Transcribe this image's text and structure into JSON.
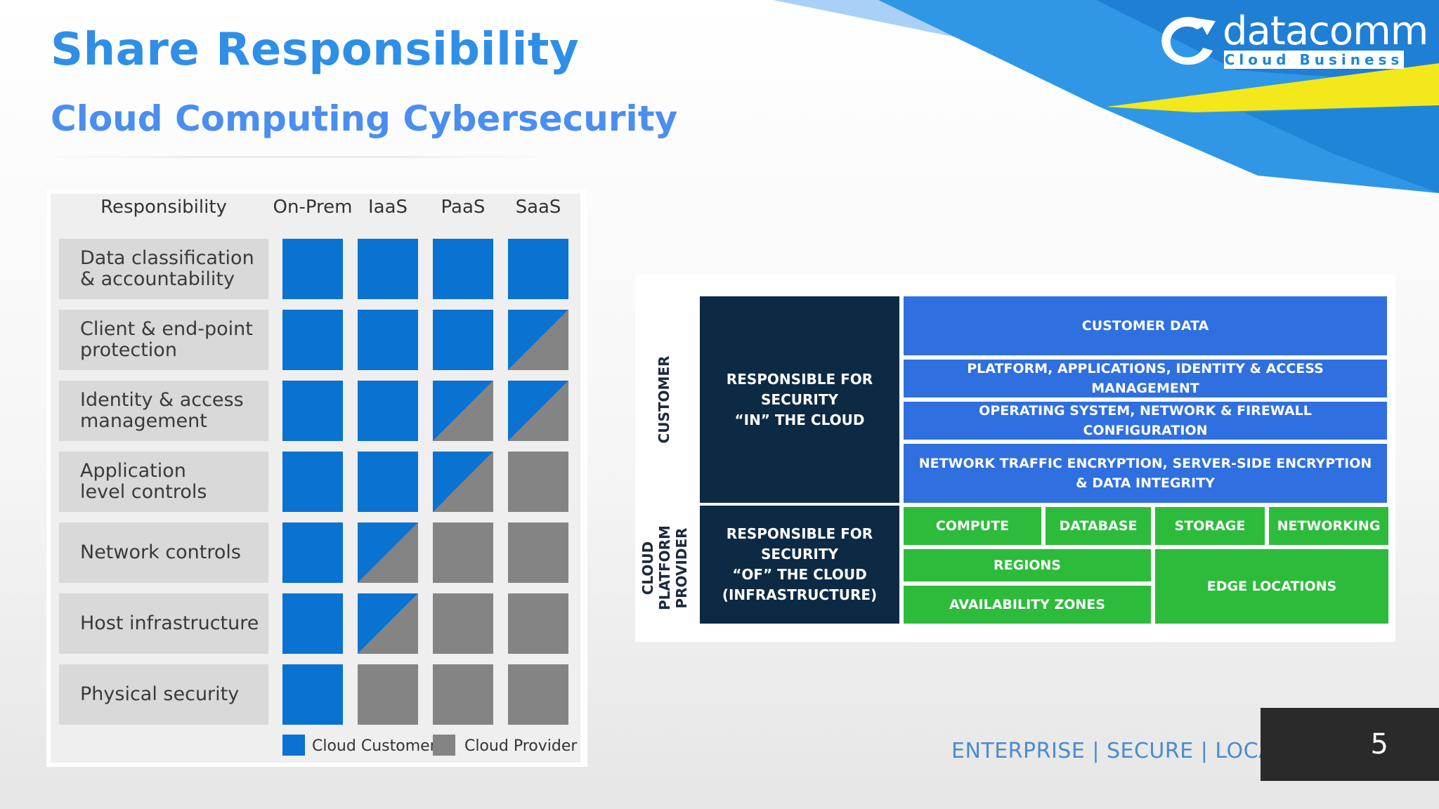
{
  "slide": {
    "title": "Share Responsibility",
    "subtitle": "Cloud Computing Cybersecurity",
    "footer_tagline": "ENTERPRISE | SECURE | LOCAL",
    "page_number": "5"
  },
  "logo": {
    "wordmark": "datacomm",
    "tagline": "Cloud Business",
    "colors": {
      "primary": "#1e86d6"
    }
  },
  "matrix": {
    "header": "Responsibility",
    "columns": [
      "On-Prem",
      "IaaS",
      "PaaS",
      "SaaS"
    ],
    "rows": [
      {
        "label": "Data classification\n& accountability",
        "cells": [
          "customer",
          "customer",
          "customer",
          "customer"
        ]
      },
      {
        "label": "Client & end-point\nprotection",
        "cells": [
          "customer",
          "customer",
          "customer",
          "split"
        ]
      },
      {
        "label": "Identity & access\nmanagement",
        "cells": [
          "customer",
          "customer",
          "split",
          "split"
        ]
      },
      {
        "label": "Application\nlevel controls",
        "cells": [
          "customer",
          "customer",
          "split",
          "provider"
        ]
      },
      {
        "label": "Network controls",
        "cells": [
          "customer",
          "split",
          "provider",
          "provider"
        ]
      },
      {
        "label": "Host infrastructure",
        "cells": [
          "customer",
          "split",
          "provider",
          "provider"
        ]
      },
      {
        "label": "Physical security",
        "cells": [
          "customer",
          "provider",
          "provider",
          "provider"
        ]
      }
    ],
    "legend": {
      "customer": "Cloud Customer",
      "provider": "Cloud Provider"
    },
    "colors": {
      "customer": "#0a72d1",
      "provider": "#848484"
    }
  },
  "diagram": {
    "customer_label": "CUSTOMER",
    "provider_label": "CLOUD\nPLATFORM\nPROVIDER",
    "in_cloud": "RESPONSIBLE FOR\nSECURITY\n“IN” THE CLOUD",
    "of_cloud": "RESPONSIBLE FOR\nSECURITY\n“OF” THE CLOUD\n(INFRASTRUCTURE)",
    "customer_layers": [
      "CUSTOMER DATA",
      "PLATFORM, APPLICATIONS, IDENTITY & ACCESS MANAGEMENT",
      "OPERATING SYSTEM, NETWORK & FIREWALL CONFIGURATION",
      "NETWORK TRAFFIC ENCRYPTION, SERVER-SIDE ENCRYPTION & DATA INTEGRITY"
    ],
    "provider_layers": {
      "compute": "COMPUTE",
      "database": "DATABASE",
      "storage": "STORAGE",
      "networking": "NETWORKING",
      "regions": "REGIONS",
      "availability_zones": "AVAILABILITY ZONES",
      "edge_locations": "EDGE LOCATIONS"
    },
    "colors": {
      "navy": "#0d2a45",
      "customer_blue": "#2f6fe0",
      "provider_green": "#2dbb3c"
    }
  }
}
